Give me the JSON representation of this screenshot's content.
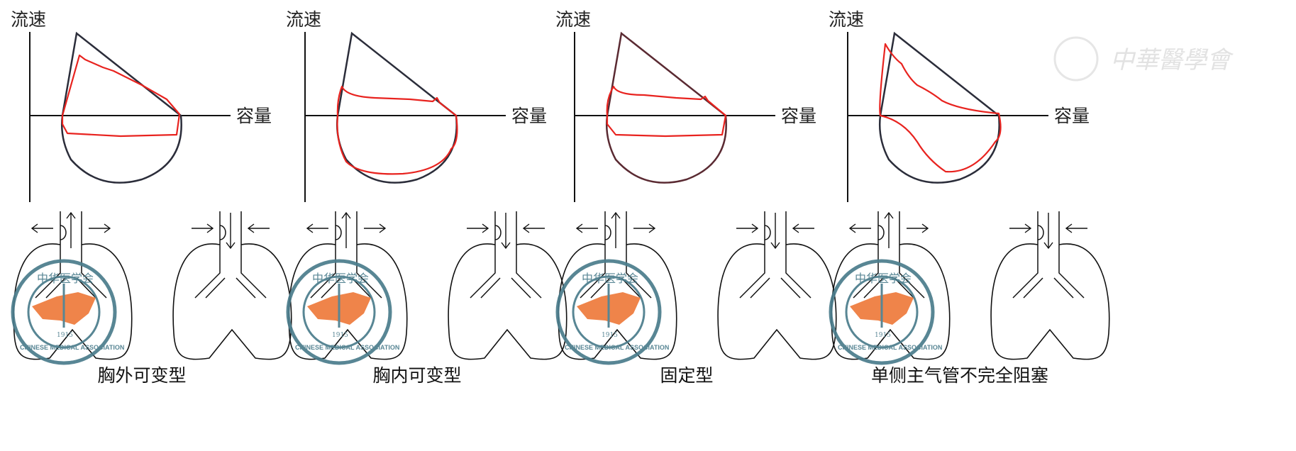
{
  "axis_labels": {
    "y": "流速",
    "x": "容量"
  },
  "panels": [
    {
      "caption": "胸外可变型",
      "red_shape": "extrathoracic-variable"
    },
    {
      "caption": "胸内可变型",
      "red_shape": "intrathoracic-variable"
    },
    {
      "caption": "固定型",
      "red_shape": "fixed"
    },
    {
      "caption": "单侧主气管不完全阻塞",
      "red_shape": "unilateral-mainstem-partial"
    }
  ],
  "logo": {
    "cn": "中华医学会",
    "en": "CHINESE MEDICAL ASSOCIATION",
    "year": "1915"
  },
  "watermark": {
    "text": "中華醫學會"
  },
  "colors": {
    "normal": "#2b2d3a",
    "obstructed": "#e8231f",
    "logo_teal": "#4a7c8c",
    "logo_orange": "#ee7a3b"
  }
}
